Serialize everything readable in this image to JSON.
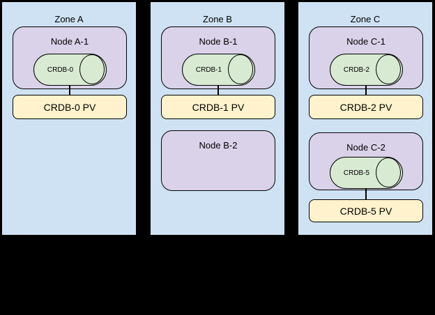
{
  "colors": {
    "background": "#000000",
    "zone_fill": "#cfe2f3",
    "node_fill": "#d9d2e9",
    "cyl_fill": "#d9ead3",
    "pv_fill": "#fff2cc",
    "stroke": "#000000"
  },
  "zones": [
    {
      "label": "Zone A",
      "node1": {
        "label": "Node A-1",
        "cylinder_label": "CRDB-0"
      },
      "pv1": {
        "label": "CRDB-0 PV"
      }
    },
    {
      "label": "Zone B",
      "node1": {
        "label": "Node B-1",
        "cylinder_label": "CRDB-1"
      },
      "pv1": {
        "label": "CRDB-1 PV"
      },
      "node2": {
        "label": "Node B-2"
      }
    },
    {
      "label": "Zone C",
      "node1": {
        "label": "Node C-1",
        "cylinder_label": "CRDB-2"
      },
      "pv1": {
        "label": "CRDB-2 PV"
      },
      "node2": {
        "label": "Node C-2",
        "cylinder_label": "CRDB-5"
      },
      "pv2": {
        "label": "CRDB-5 PV"
      }
    }
  ]
}
